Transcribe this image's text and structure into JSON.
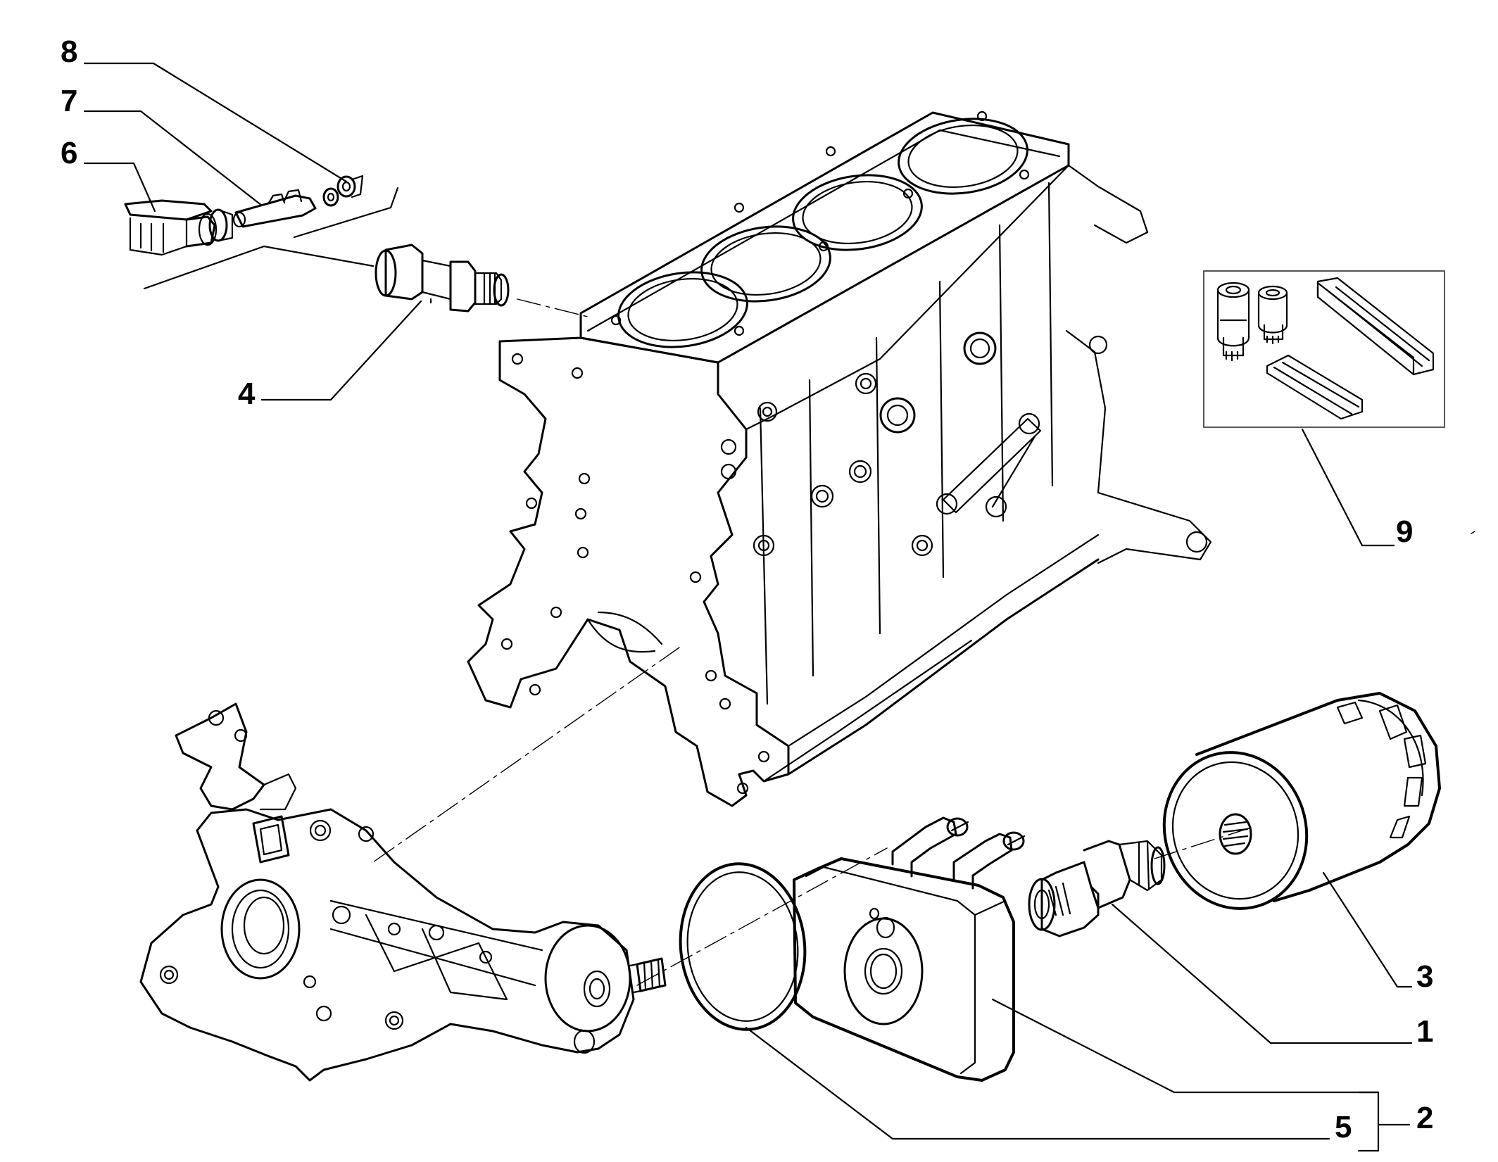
{
  "diagram": {
    "callouts": {
      "c1": "1",
      "c2": "2",
      "c3": "3",
      "c4": "4",
      "c5": "5",
      "c6": "6",
      "c7": "7",
      "c8": "8",
      "c9": "9"
    },
    "colors": {
      "ink": "#000000",
      "paper": "#ffffff",
      "frame": "#555555"
    },
    "parts_depicted": [
      "engine-block",
      "oil-pressure-switch",
      "connector",
      "terminal",
      "seal",
      "oil-filter",
      "oil-cooler",
      "o-ring",
      "union-fitting",
      "filter-kit"
    ]
  }
}
